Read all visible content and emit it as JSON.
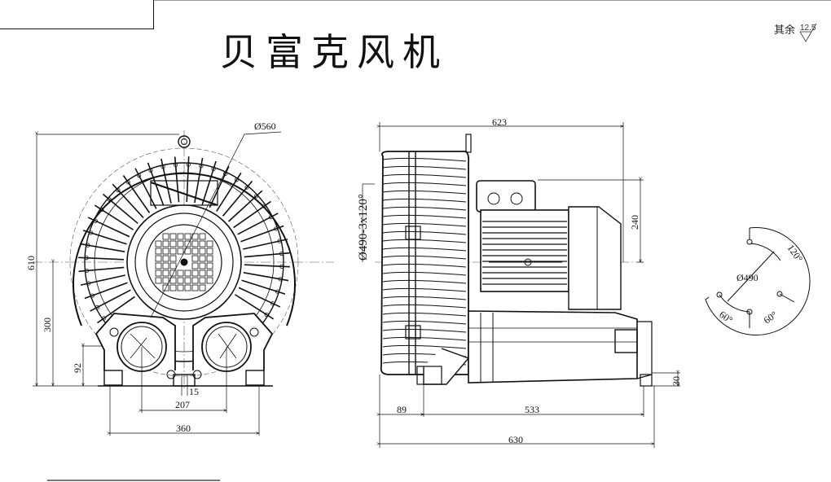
{
  "title": "贝富克风机",
  "roughness": {
    "label": "其余",
    "value": "12.5"
  },
  "front_view": {
    "diameter_label": "Ø560",
    "height_total": "610",
    "height_center": "300",
    "height_port": "92",
    "width_small": "15",
    "width_ports": "207",
    "width_feet": "360"
  },
  "side_view": {
    "length_top": "623",
    "flange_label": "Ø490-3x120°",
    "height_motor": "240",
    "height_base": "30",
    "length_front": "89",
    "length_feet": "533",
    "length_total": "630"
  },
  "flange_detail": {
    "diameter_label": "Ø490",
    "angle_top": "120°",
    "angle_left": "60°",
    "angle_right": "60°"
  }
}
